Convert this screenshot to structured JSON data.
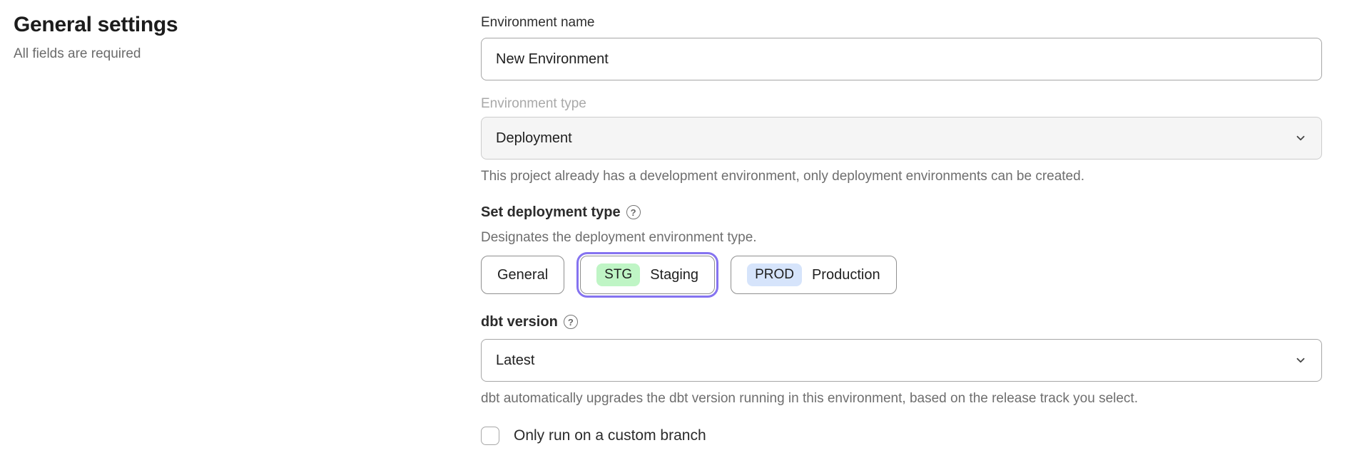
{
  "page": {
    "title": "General settings",
    "subtitle": "All fields are required"
  },
  "form": {
    "environment_name": {
      "label": "Environment name",
      "value": "New Environment"
    },
    "environment_type": {
      "label": "Environment type",
      "value": "Deployment",
      "disabled": true,
      "helper": "This project already has a development environment, only deployment environments can be created."
    },
    "deployment_type": {
      "label": "Set deployment type",
      "description": "Designates the deployment environment type.",
      "options": [
        {
          "label": "General",
          "badge": "",
          "selected": false
        },
        {
          "label": "Staging",
          "badge": "STG",
          "selected": true,
          "badge_color": "#bff5c5"
        },
        {
          "label": "Production",
          "badge": "PROD",
          "selected": false,
          "badge_color": "#d6e4fb"
        }
      ]
    },
    "dbt_version": {
      "label": "dbt version",
      "value": "Latest",
      "helper": "dbt automatically upgrades the dbt version running in this environment, based on the release track you select."
    },
    "custom_branch": {
      "label": "Only run on a custom branch",
      "checked": false
    }
  },
  "icons": {
    "help": "?",
    "chevron_down": "chevron-down"
  },
  "colors": {
    "accent_purple": "#8573f0",
    "badge_green": "#bff5c5",
    "badge_blue": "#d6e4fb",
    "disabled_bg": "#f5f5f5"
  }
}
